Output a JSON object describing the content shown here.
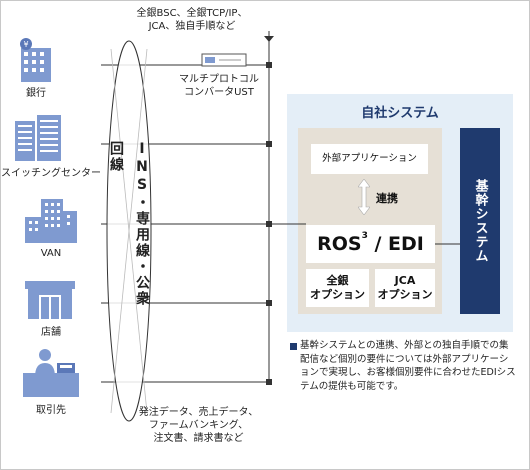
{
  "top_note": [
    "全銀BSC、全銀TCP/IP、",
    "JCA、独自手順など"
  ],
  "converter_label": [
    "マルチプロトコル",
    "コンバータUST"
  ],
  "bottom_note": [
    "発注データ、売上データ、",
    "ファームバンキング、",
    "注文書、請求書など"
  ],
  "network_label": "INS・専用線・公衆回線",
  "endpoints": [
    {
      "label": "銀行",
      "icon": "bank-icon"
    },
    {
      "label": "スイッチングセンター",
      "icon": "server-building-icon"
    },
    {
      "label": "VAN",
      "icon": "office-buildings-icon"
    },
    {
      "label": "店舗",
      "icon": "store-icon"
    },
    {
      "label": "取引先",
      "icon": "person-desk-icon"
    }
  ],
  "company_system": {
    "title": "自社システム",
    "external_app": "外部アプリケーション",
    "link_label": "連携",
    "product_name": "ROS",
    "product_superscript": "3",
    "product_suffix": "/ EDI",
    "option_zengin": [
      "全銀",
      "オプション"
    ],
    "option_jca": [
      "JCA",
      "オプション"
    ],
    "core_system": "基幹システム"
  },
  "description": "基幹システムとの連携、外部との独自手順での集配信など個別の要件については外部アプリケーションで実現し、お客様個別要件に合わせたEDIシステムの提供も可能です。",
  "colors": {
    "navy": "#1f3a6e",
    "panel_bg": "#e4eef7",
    "inner_bg": "#e6e0d6",
    "icon_blue": "#7f9ad0",
    "line": "#333333"
  }
}
